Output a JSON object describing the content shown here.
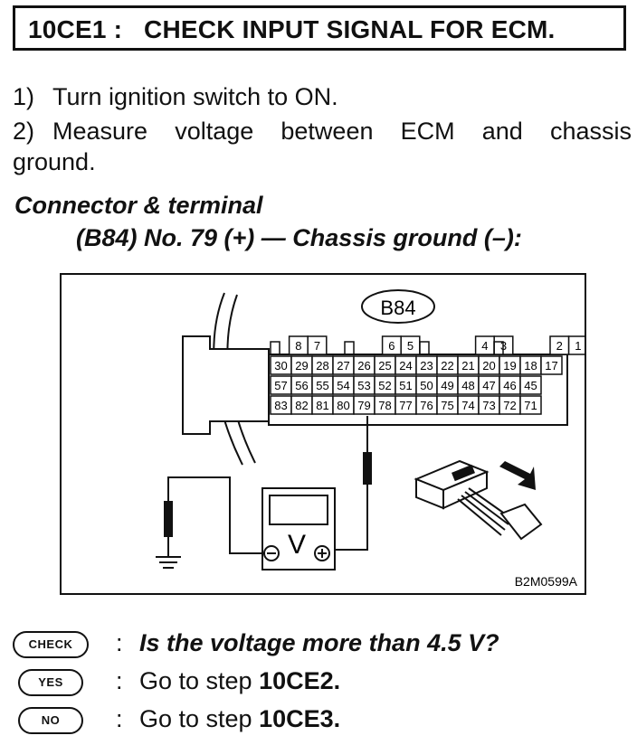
{
  "header": {
    "title": "10CE1 :   CHECK INPUT SIGNAL FOR ECM."
  },
  "steps": [
    {
      "num": "1)",
      "text": "Turn ignition switch to ON."
    },
    {
      "num": "2)",
      "line1": "Measure voltage between ECM and chassis",
      "line2": "ground."
    }
  ],
  "connector_terminal": {
    "heading": "Connector & terminal",
    "detail": "(B84) No. 79 (+) — Chassis ground (–):"
  },
  "figure": {
    "connector_label": "B84",
    "figure_code": "B2M0599A",
    "meter_symbol": "V",
    "top_row": [
      "8",
      "7",
      "6",
      "5",
      "4",
      "3",
      "2",
      "1"
    ],
    "row_17_30": [
      "30",
      "29",
      "28",
      "27",
      "26",
      "25",
      "24",
      "23",
      "22",
      "21",
      "20",
      "19",
      "18",
      "17"
    ],
    "row_45_57": [
      "57",
      "56",
      "55",
      "54",
      "53",
      "52",
      "51",
      "50",
      "49",
      "48",
      "47",
      "46",
      "45"
    ],
    "row_71_83": [
      "83",
      "82",
      "81",
      "80",
      "79",
      "78",
      "77",
      "76",
      "75",
      "74",
      "73",
      "72",
      "71"
    ]
  },
  "decision": {
    "check_badge": "CHECK",
    "yes_badge": "YES",
    "no_badge": "NO",
    "colon": ":",
    "question": "Is the voltage more than 4.5 V?",
    "go_to_prefix": "Go to step",
    "yes_step": "10CE2.",
    "no_step": "10CE3."
  }
}
